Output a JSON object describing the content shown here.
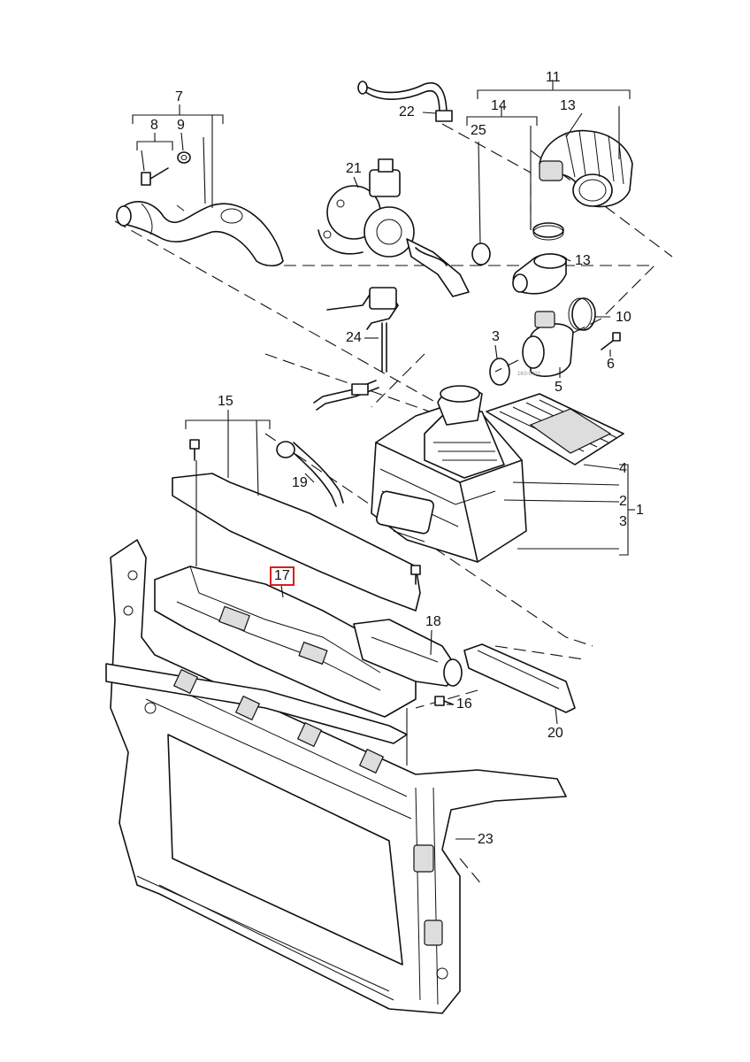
{
  "labels": {
    "l1": "1",
    "l2": "2",
    "l3a": "3",
    "l3b": "3",
    "l4": "4",
    "l5": "5",
    "l6": "6",
    "l7": "7",
    "l8": "8",
    "l9": "9",
    "l10": "10",
    "l11": "11",
    "l13a": "13",
    "l13b": "13",
    "l14": "14",
    "l15": "15",
    "l16": "16",
    "l17": "17",
    "l18": "18",
    "l19": "19",
    "l20": "20",
    "l21": "21",
    "l22": "22",
    "l23": "23",
    "l24": "24",
    "l25": "25"
  },
  "highlight": {
    "part": "17",
    "color": "#d62020"
  },
  "stamp": "1K0-0421"
}
